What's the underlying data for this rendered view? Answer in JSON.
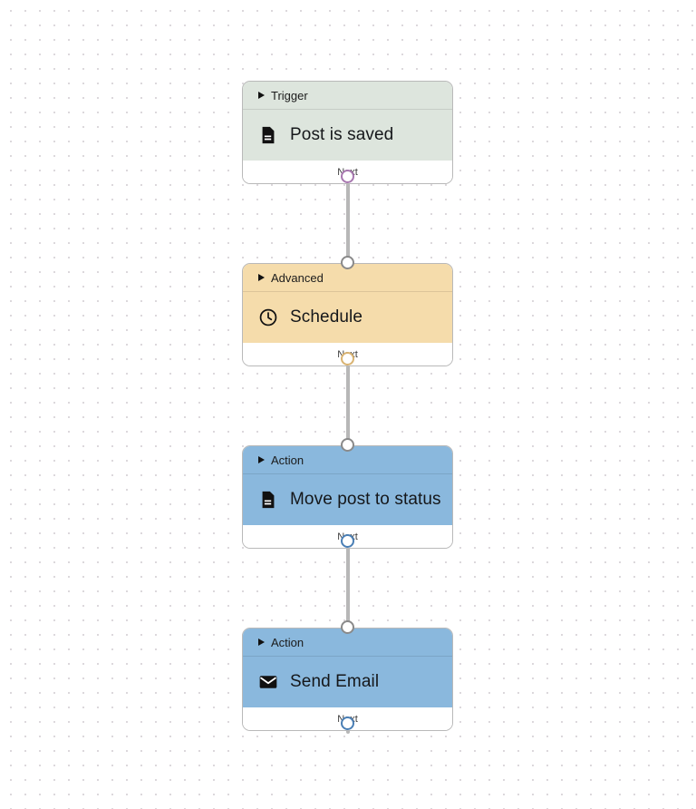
{
  "canvas": {
    "background_color": "#ffffff",
    "grid_dot_color": "#dcd8dc",
    "edge_color": "#b7b7b7"
  },
  "flow": {
    "next_label": "Next",
    "nodes": [
      {
        "category": "Trigger",
        "title": "Post is saved",
        "icon": "document-icon",
        "theme": "trigger",
        "color": "#dde5dd",
        "port_color": "#a878b0",
        "next_label": "Next",
        "has_input_port": false
      },
      {
        "category": "Advanced",
        "title": "Schedule",
        "icon": "clock-icon",
        "theme": "advanced",
        "color": "#f5dcab",
        "port_color": "#d9b371",
        "next_label": "Next",
        "has_input_port": true
      },
      {
        "category": "Action",
        "title": "Move post to status",
        "icon": "document-icon",
        "theme": "action",
        "color": "#8ab8dd",
        "port_color": "#4a7fb5",
        "next_label": "Next",
        "has_input_port": true
      },
      {
        "category": "Action",
        "title": "Send Email",
        "icon": "envelope-icon",
        "theme": "action",
        "color": "#8ab8dd",
        "port_color": "#4a7fb5",
        "next_label": "Next",
        "has_input_port": true
      }
    ]
  }
}
